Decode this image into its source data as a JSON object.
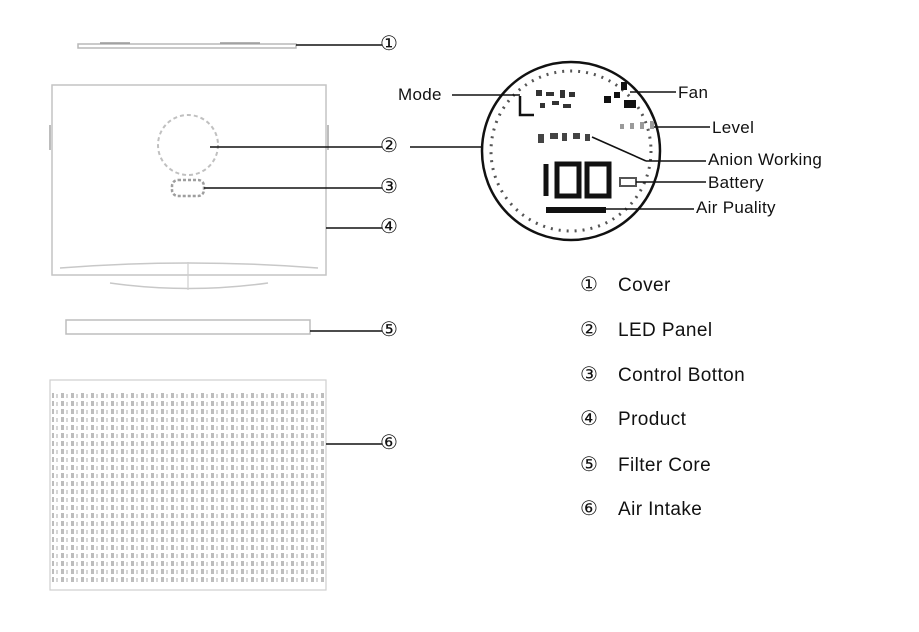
{
  "callouts": [
    "①",
    "②",
    "③",
    "④",
    "⑤",
    "⑥"
  ],
  "display_labels": {
    "mode": "Mode",
    "fan": "Fan",
    "level": "Level",
    "anion": "Anion Working",
    "battery": "Battery",
    "air_quality": "Air Puality"
  },
  "display_reading": "100",
  "legend": [
    {
      "num": "①",
      "label": "Cover"
    },
    {
      "num": "②",
      "label": "LED Panel"
    },
    {
      "num": "③",
      "label": "Control Botton"
    },
    {
      "num": "④",
      "label": "Product"
    },
    {
      "num": "⑤",
      "label": "Filter Core"
    },
    {
      "num": "⑥",
      "label": "Air Intake"
    }
  ]
}
